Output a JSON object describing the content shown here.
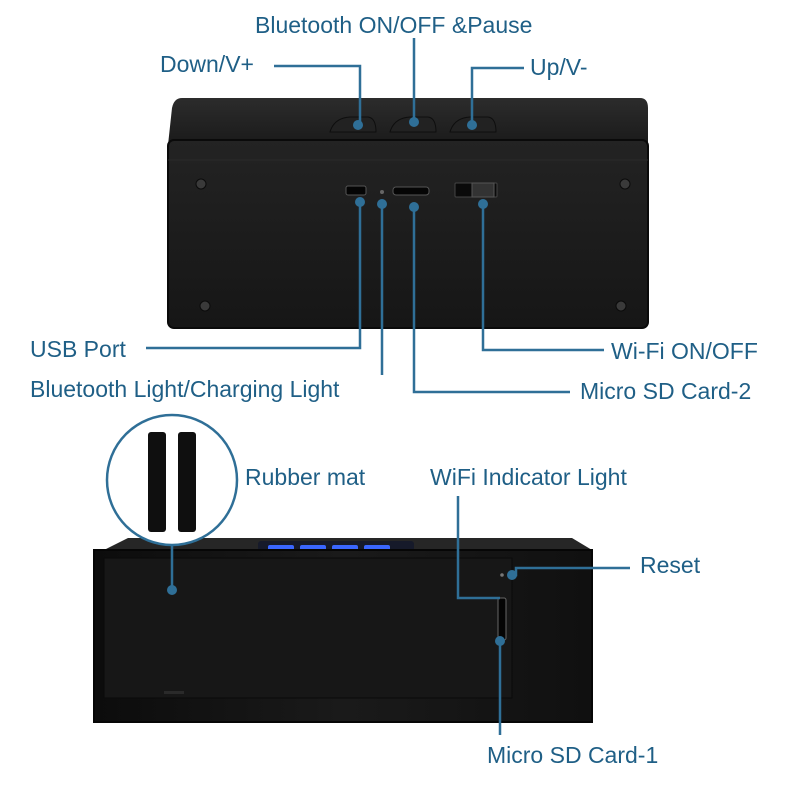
{
  "labels": {
    "bt_onoff_pause": "Bluetooth ON/OFF &Pause",
    "down_vplus": "Down/V+",
    "up_vminus": "Up/V-",
    "usb_port": "USB Port",
    "wifi_onoff": "Wi-Fi ON/OFF",
    "bt_charging_light": "Bluetooth Light/Charging Light",
    "micro_sd_2": "Micro SD Card-2",
    "rubber_mat": "Rubber mat",
    "wifi_indicator": "WiFi Indicator Light",
    "reset": "Reset",
    "micro_sd_1": "Micro SD Card-1"
  },
  "colors": {
    "callout": "#2f6f97",
    "text": "#1f5f86",
    "device_body": "#141414",
    "device_panel": "#1c1c1c",
    "display_blue": "#3a66ff"
  },
  "icons": [
    "usb-port-icon",
    "sd-slot-icon",
    "switch-icon",
    "rubber-foot-icon",
    "led-dot-icon"
  ]
}
